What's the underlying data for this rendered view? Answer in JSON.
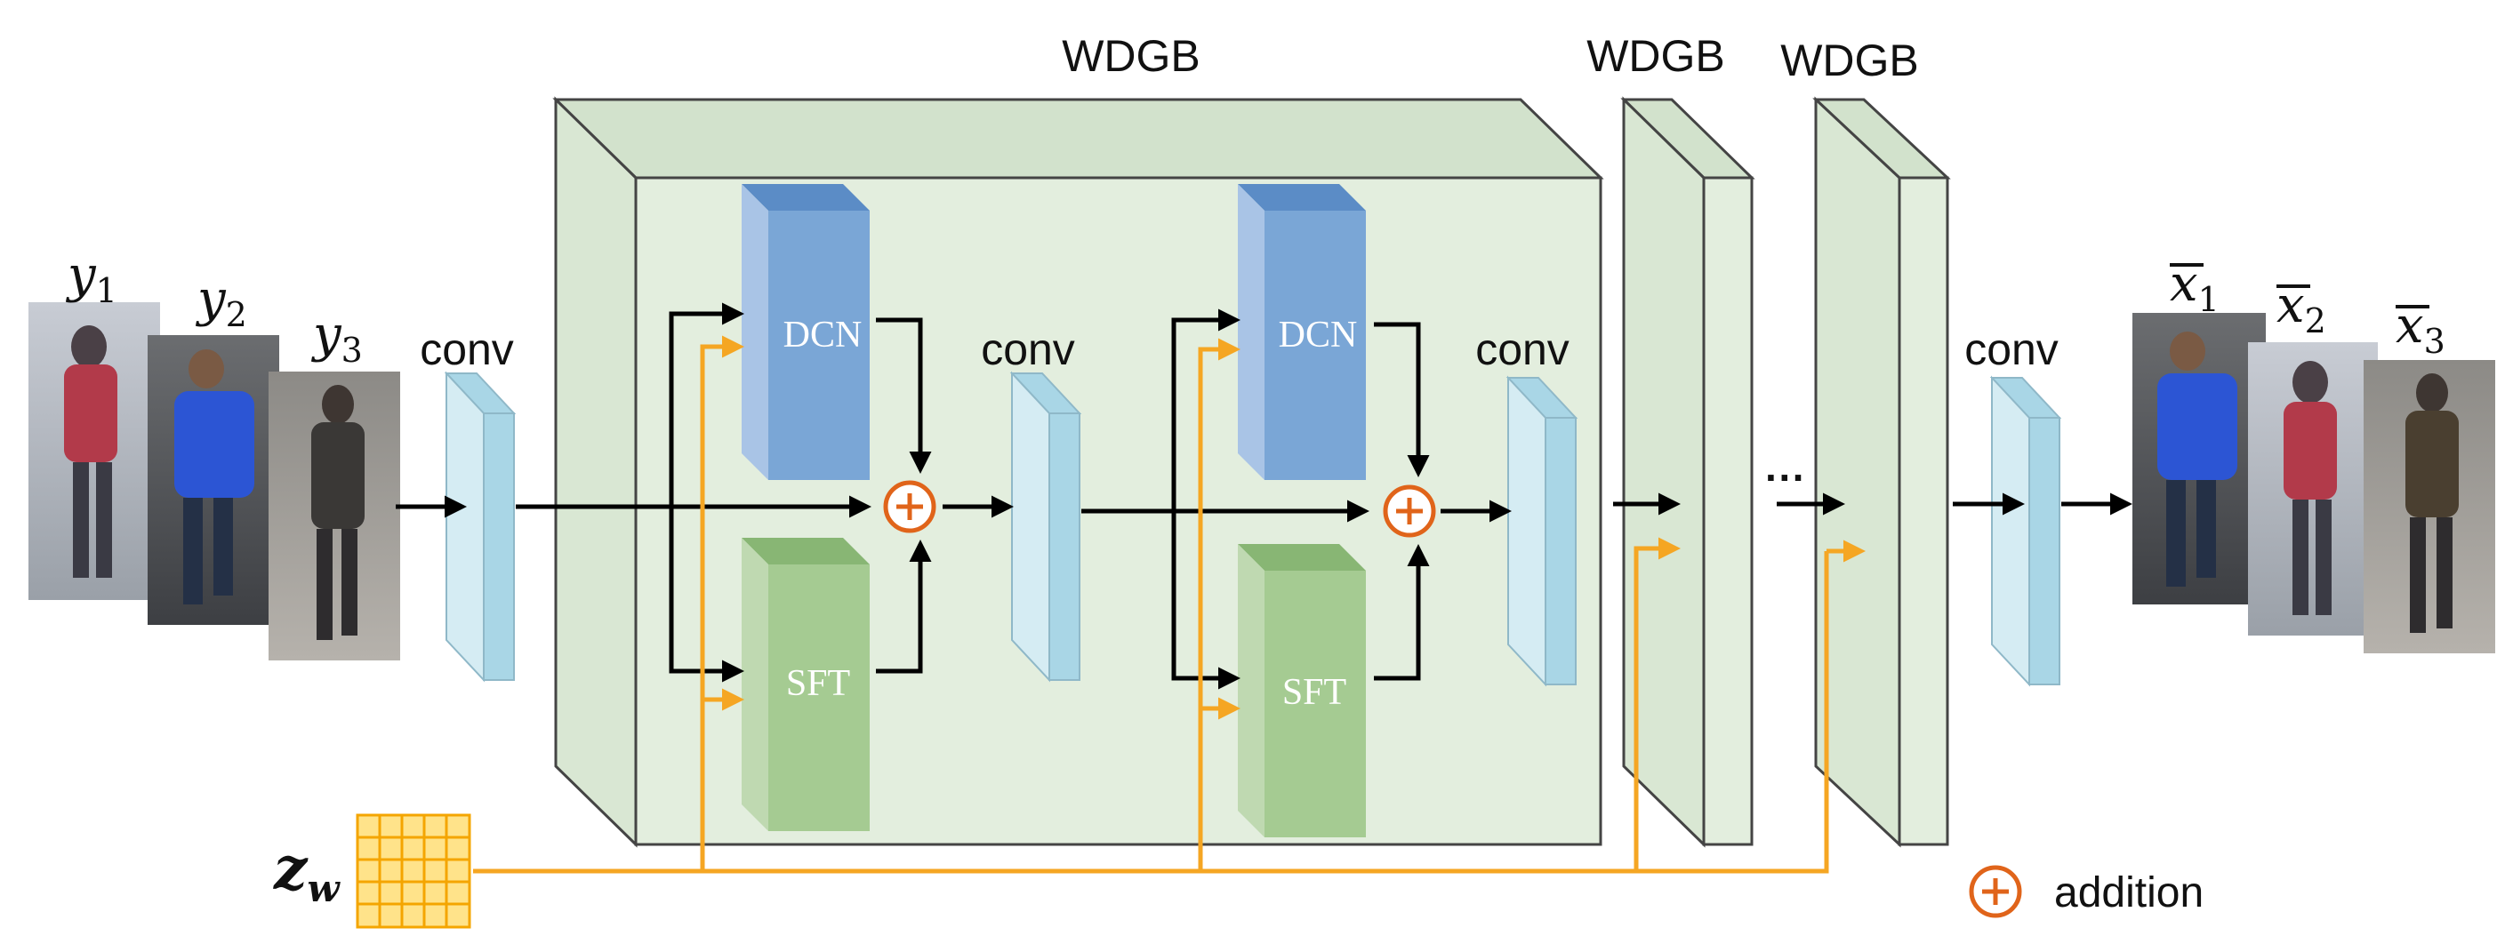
{
  "title": "",
  "labels": {
    "wdgb_main": "WDGB",
    "wdgb_2": "WDGB",
    "wdgb_3": "WDGB",
    "conv": "conv",
    "dcn": "DCN",
    "sft": "SFT",
    "ellipsis": "···",
    "addition": "addition"
  },
  "inputs": [
    {
      "base": "y",
      "sub": "1"
    },
    {
      "base": "y",
      "sub": "2"
    },
    {
      "base": "y",
      "sub": "3"
    }
  ],
  "outputs": [
    {
      "base": "x",
      "sub": "1"
    },
    {
      "base": "x",
      "sub": "2"
    },
    {
      "base": "x",
      "sub": "3"
    }
  ],
  "latent": {
    "base": "z",
    "sub": "w"
  },
  "colors": {
    "block_green": "#e3eede",
    "block_green_top": "#d2e2cc",
    "block_edge": "#444444",
    "conv_face": "#d5ecf3",
    "conv_side": "#a9d6e6",
    "dcn_face": "#7aa6d6",
    "dcn_side": "#5b8cc6",
    "sft_face": "#a5cb92",
    "sft_side": "#88b674",
    "orange_arrow": "#f5a623",
    "plus_circle": "#e0641a",
    "grid_fill": "#ffe38a",
    "grid_line": "#f4a500"
  }
}
